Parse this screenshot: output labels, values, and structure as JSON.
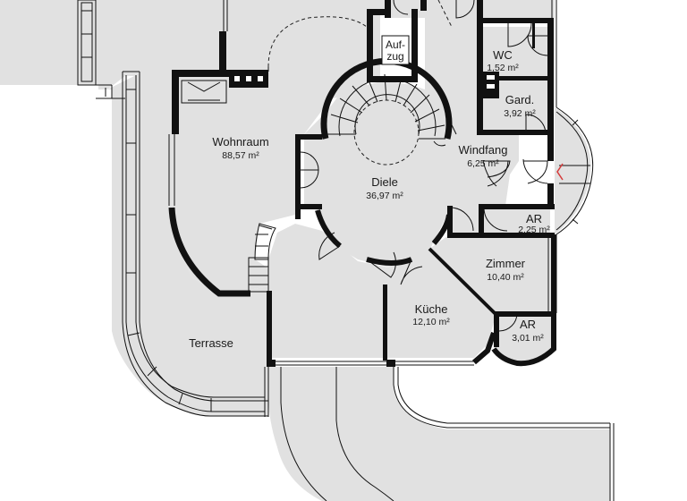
{
  "rooms": {
    "wohnraum": {
      "name": "Wohnraum",
      "area": "88,57 m²"
    },
    "diele": {
      "name": "Diele",
      "area": "36,97 m²"
    },
    "windfang": {
      "name": "Windfang",
      "area": "6,25 m²"
    },
    "wc": {
      "name": "WC",
      "area": "1,52 m²"
    },
    "gard": {
      "name": "Gard.",
      "area": "3,92 m²"
    },
    "ar1": {
      "name": "AR",
      "area": "2,25 m²"
    },
    "zimmer": {
      "name": "Zimmer",
      "area": "10,40 m²"
    },
    "kueche": {
      "name": "Küche",
      "area": "12,10 m²"
    },
    "ar2": {
      "name": "AR",
      "area": "3,01 m²"
    },
    "terrasse": {
      "name": "Terrasse"
    }
  },
  "lift": {
    "line1": "Auf-",
    "line2": "zug"
  },
  "colors": {
    "floor": "#e1e1e1",
    "wall": "#111111",
    "entrance_arrow": "#d63a3a"
  }
}
